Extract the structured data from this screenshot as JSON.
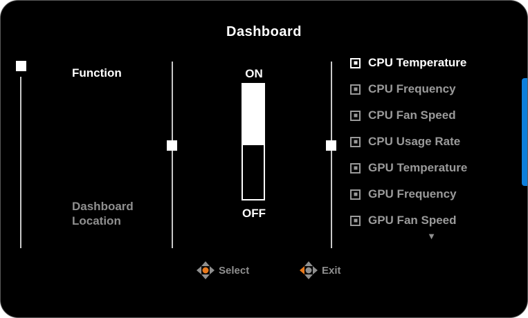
{
  "title": "Dashboard",
  "left_menu": {
    "items": [
      {
        "label": "Function",
        "state": "selected"
      },
      {
        "label": "Dashboard Location",
        "state": "normal"
      }
    ]
  },
  "toggle": {
    "on_label": "ON",
    "off_label": "OFF",
    "value": "ON"
  },
  "options": {
    "items": [
      {
        "label": "CPU Temperature",
        "checked": true,
        "state": "highlighted"
      },
      {
        "label": "CPU Frequency",
        "checked": true,
        "state": "normal"
      },
      {
        "label": "CPU Fan Speed",
        "checked": true,
        "state": "normal"
      },
      {
        "label": "CPU Usage Rate",
        "checked": true,
        "state": "normal"
      },
      {
        "label": "GPU Temperature",
        "checked": true,
        "state": "normal"
      },
      {
        "label": "GPU Frequency",
        "checked": true,
        "state": "normal"
      },
      {
        "label": "GPU Fan Speed",
        "checked": true,
        "state": "normal"
      }
    ],
    "more_indicator": "▼"
  },
  "footer": {
    "select_label": "Select",
    "exit_label": "Exit"
  },
  "colors": {
    "background": "#000000",
    "highlight_text": "#ffffff",
    "dim_text": "#8f8f8f",
    "scroll_accent": "#0d7fdc",
    "joystick_accent": "#e8791c"
  }
}
